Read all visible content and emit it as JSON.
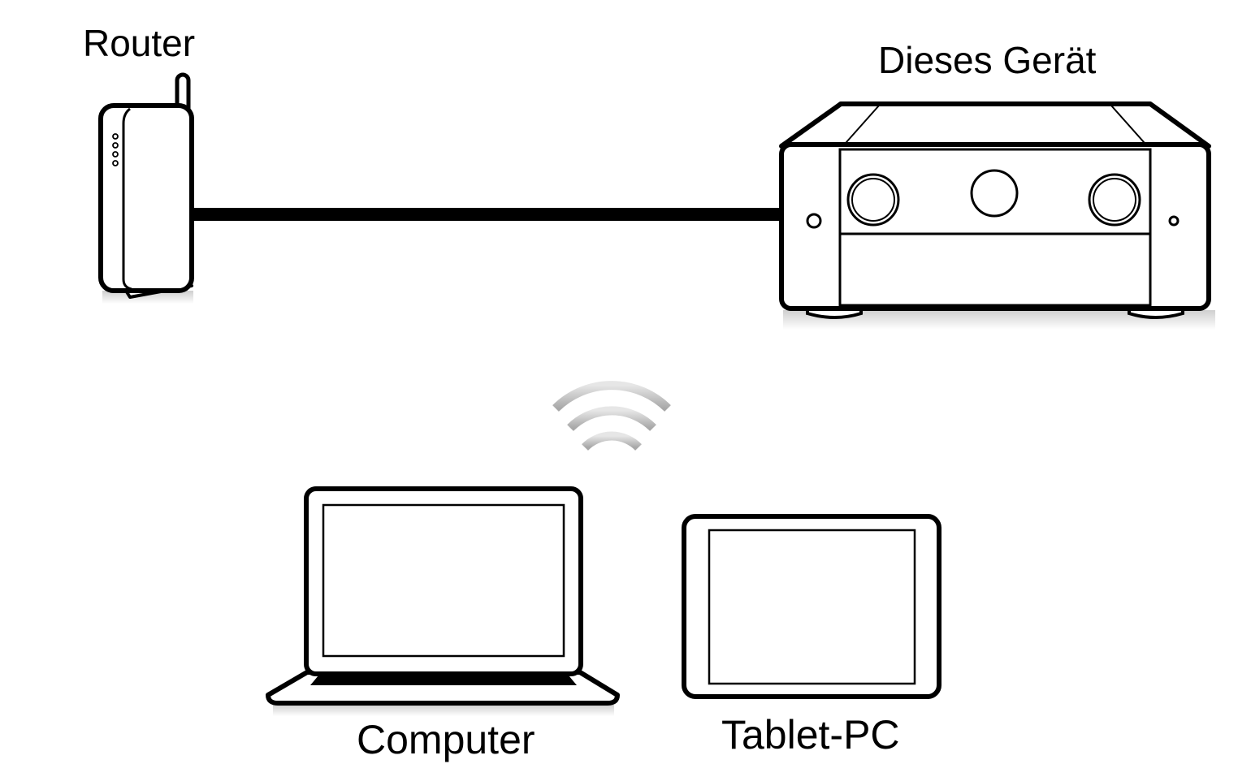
{
  "labels": {
    "router": "Router",
    "device": "Dieses Gerät",
    "computer": "Computer",
    "tablet": "Tablet-PC"
  },
  "icons": {
    "router": "router-icon",
    "device": "av-receiver-icon",
    "cable": "ethernet-cable",
    "wifi": "wifi-icon",
    "computer": "laptop-icon",
    "tablet": "tablet-icon"
  },
  "colors": {
    "stroke": "#000000",
    "background": "#ffffff",
    "shadow": "#d9d9d9",
    "wifi": "#b5b5b5"
  }
}
